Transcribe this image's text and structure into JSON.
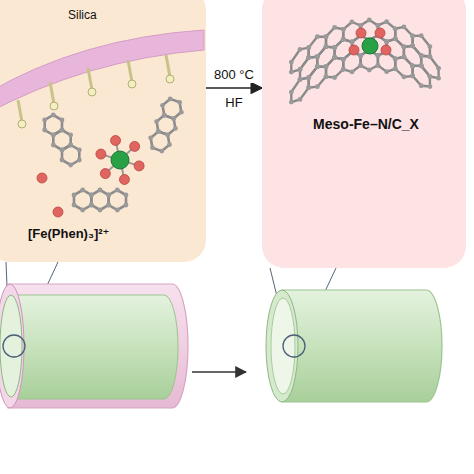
{
  "diagram": {
    "nodes": [
      {
        "text": [
          "Silica",
          "[Fe(Phen)₃]²⁺"
        ]
      },
      {
        "text": [
          "Meso-Fe–N/C_X"
        ]
      }
    ],
    "edges": [
      {
        "from": 0,
        "to": 1,
        "arrow": "to",
        "label": "800 °C"
      }
    ],
    "labels": [
      "HF"
    ]
  }
}
